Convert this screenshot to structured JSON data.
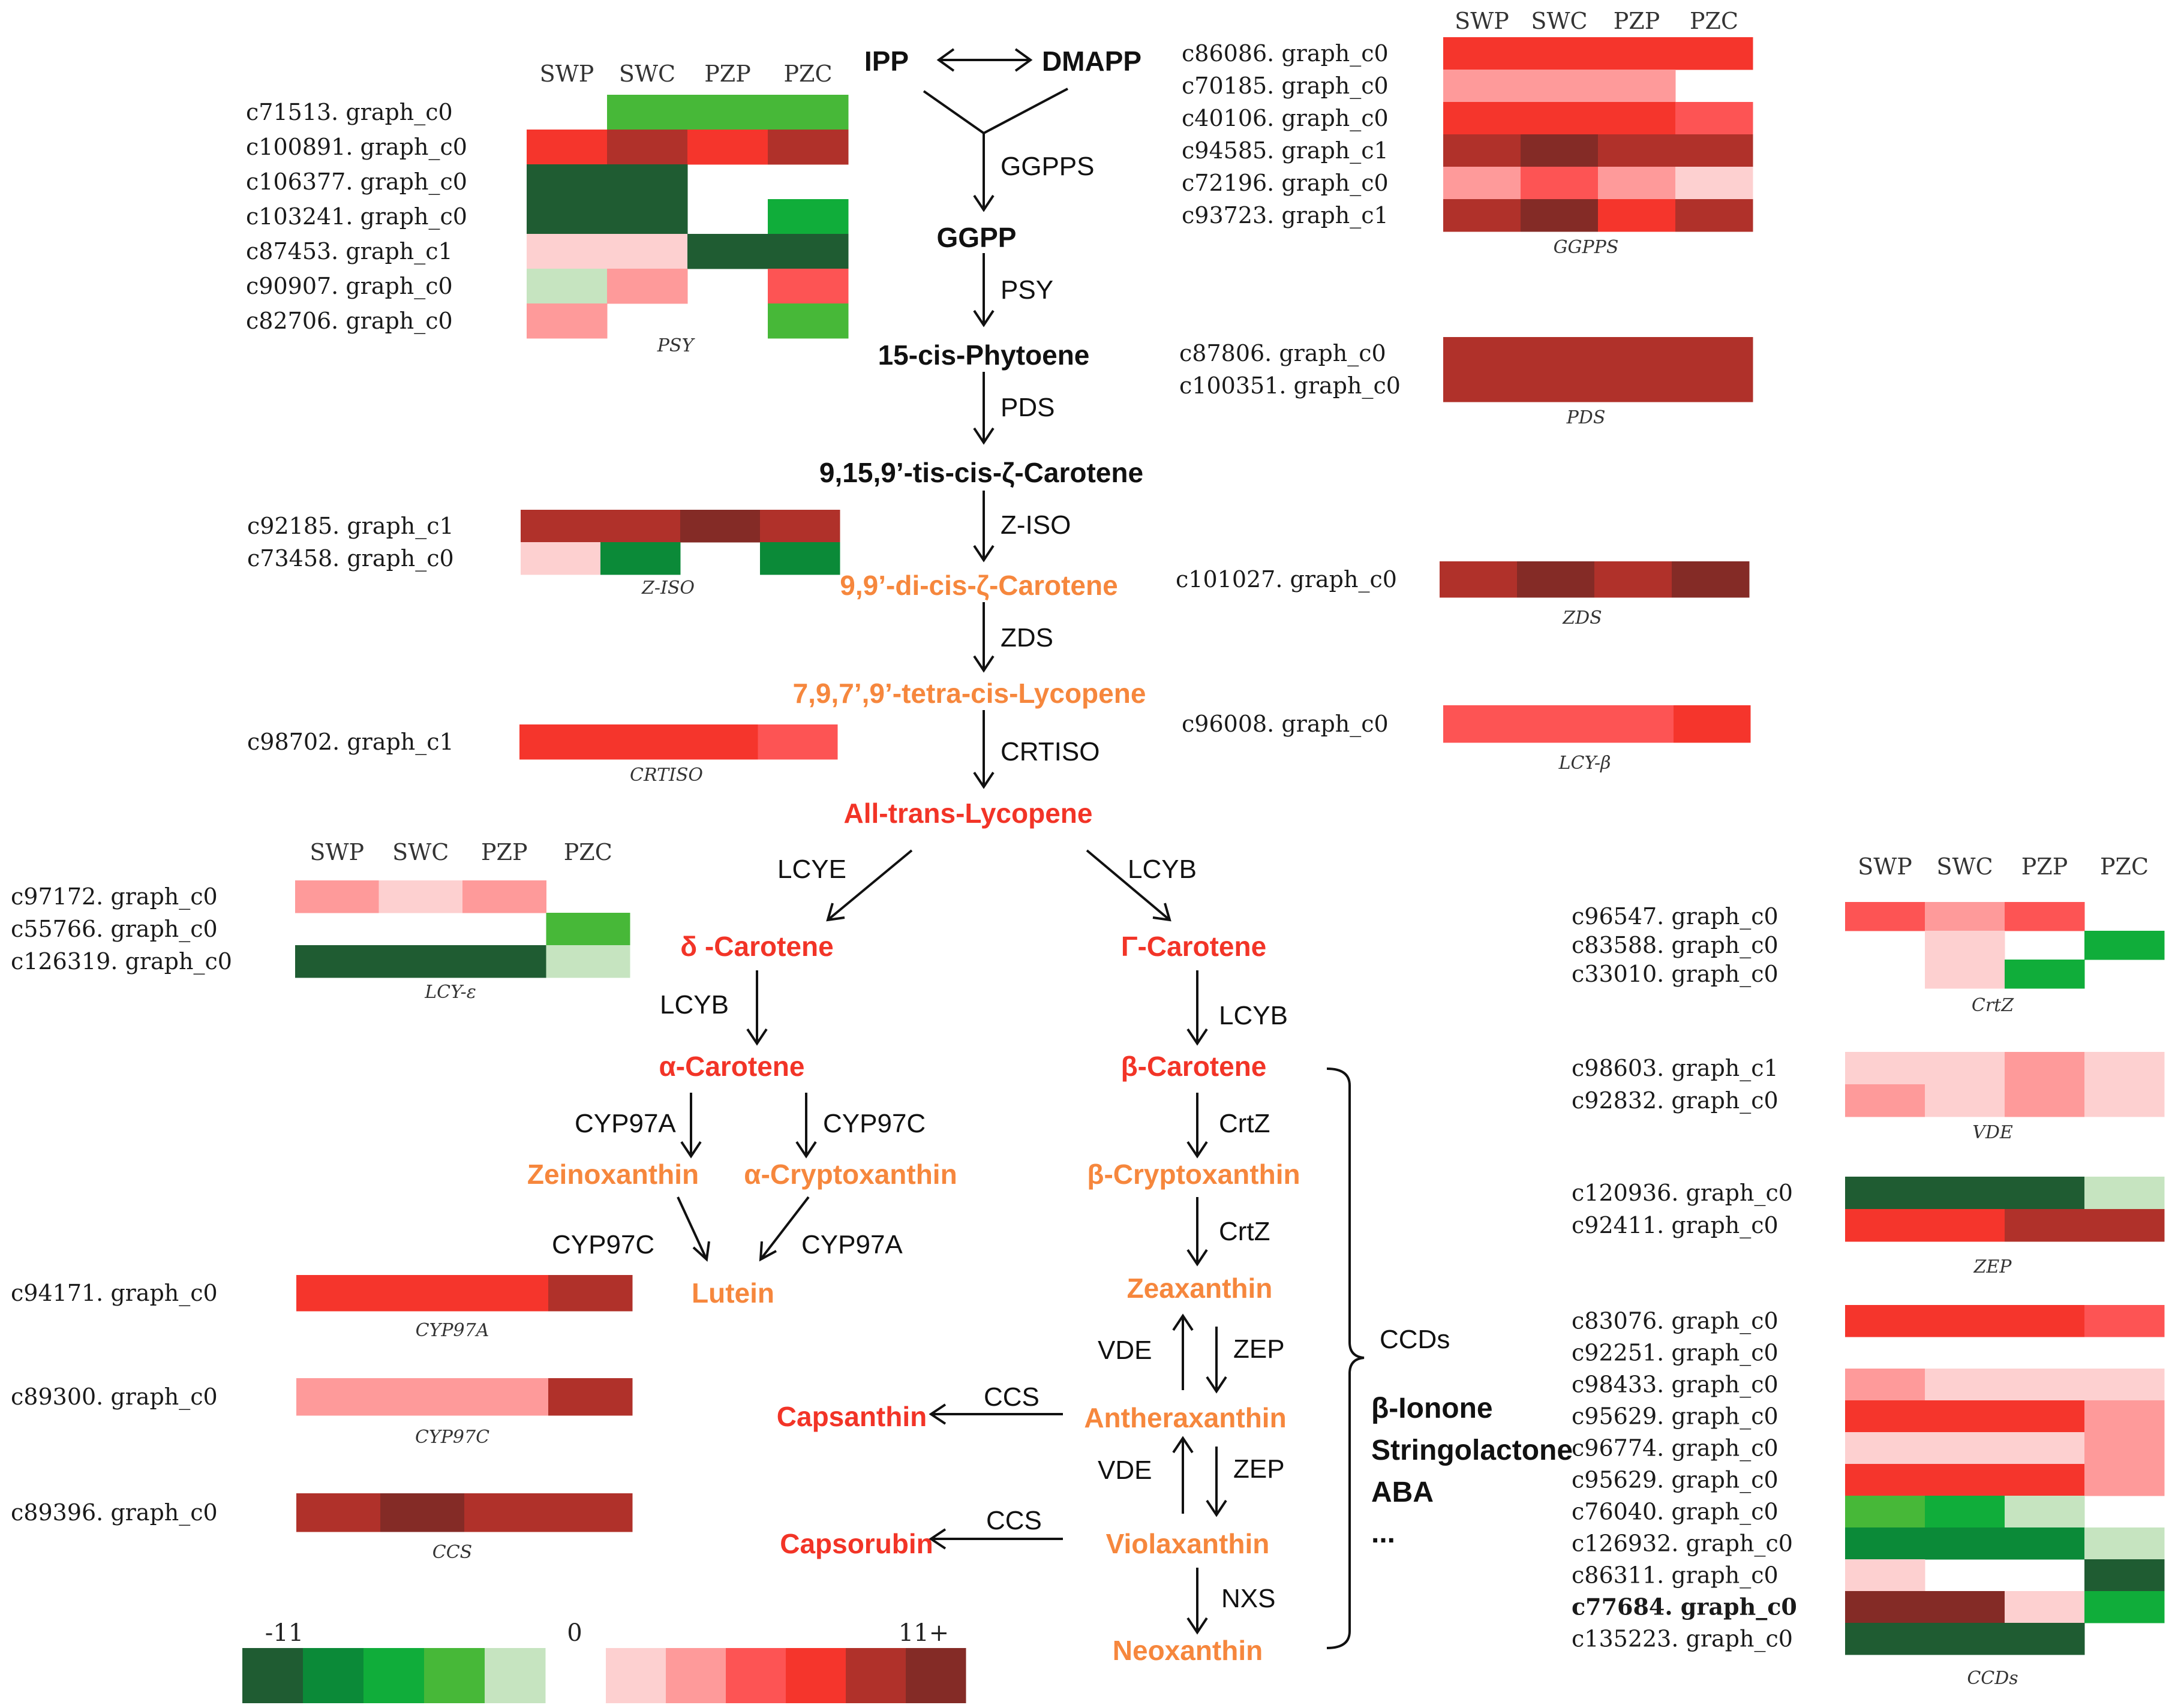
{
  "colors": {
    "levels": {
      "-5": "#1f5c32",
      "-4": "#0b8a38",
      "-3": "#10ad3a",
      "-2": "#47b838",
      "-1": "#c6e4c0",
      "0": "#ffffff",
      "1": "#fdd0d0",
      "2": "#fe9a9a",
      "3": "#fd5454",
      "4": "#f5352c",
      "5": "#b0312a",
      "6": "#842b26"
    },
    "metabolite_black": "#111111",
    "metabolite_orange": "#f6873d",
    "metabolite_red": "#f23427"
  },
  "scale_bar": {
    "min_label": "-11",
    "mid_label": "0",
    "max_label": "11+"
  },
  "pathway": {
    "metabolites": {
      "ipp": "IPP",
      "dmapp": "DMAPP",
      "ggpp": "GGPP",
      "phytoene": "15-cis-Phytoene",
      "tetracis_zeta": "9,15,9’-tis-cis-ζ-Carotene",
      "dicis_zeta": "9,9’-di-cis-ζ-Carotene",
      "tetracis_lycopene": "7,9,7’,9’-tetra-cis-Lycopene",
      "lycopene": "All-trans-Lycopene",
      "delta_carotene": "δ -Carotene",
      "gamma_carotene": "Γ-Carotene",
      "alpha_carotene": "α-Carotene",
      "beta_carotene": "β-Carotene",
      "zeinoxanthin": "Zeinoxanthin",
      "alpha_cryptoxanthin": "α-Cryptoxanthin",
      "beta_cryptoxanthin": "β-Cryptoxanthin",
      "lutein": "Lutein",
      "zeaxanthin": "Zeaxanthin",
      "antheraxanthin": "Antheraxanthin",
      "violaxanthin": "Violaxanthin",
      "neoxanthin": "Neoxanthin",
      "capsanthin": "Capsanthin",
      "capsorubin": "Capsorubin"
    },
    "enzymes": {
      "ggpps": "GGPPS",
      "psy": "PSY",
      "pds": "PDS",
      "ziso": "Z-ISO",
      "zds": "ZDS",
      "crtiso": "CRTISO",
      "lcye": "LCYE",
      "lcyb1": "LCYB",
      "lcyb2": "LCYB",
      "lcyb3": "LCYB",
      "cyp97a_left": "CYP97A",
      "cyp97c_right": "CYP97C",
      "cyp97c_lower": "CYP97C",
      "cyp97a_lower": "CYP97A",
      "crtz1": "CrtZ",
      "crtz2": "CrtZ",
      "vde1": "VDE",
      "zep1": "ZEP",
      "vde2": "VDE",
      "zep2": "ZEP",
      "nxs": "NXS",
      "ccs1": "CCS",
      "ccs2": "CCS"
    },
    "ccd_bracket": {
      "label": "CCDs",
      "products": [
        "β-Ionone",
        "Stringolactone",
        "ABA",
        "..."
      ]
    }
  },
  "heatmaps": [
    {
      "id": "psy",
      "caption": "PSY",
      "headers": [
        "SWP",
        "SWC",
        "PZP",
        "PZC"
      ],
      "genes": [
        "c71513. graph_c0",
        "c100891. graph_c0",
        "c106377. graph_c0",
        "c103241. graph_c0",
        "c87453. graph_c1",
        "c90907. graph_c0",
        "c82706. graph_c0"
      ],
      "values": [
        [
          0,
          -2,
          -2,
          -2
        ],
        [
          4,
          5,
          4,
          5
        ],
        [
          -5,
          -5,
          0,
          0
        ],
        [
          -5,
          -5,
          0,
          -3
        ],
        [
          1,
          1,
          -5,
          -5
        ],
        [
          -1,
          2,
          0,
          3
        ],
        [
          2,
          0,
          0,
          -2
        ]
      ]
    },
    {
      "id": "ggpps",
      "caption": "GGPPS",
      "headers": [
        "SWP",
        "SWC",
        "PZP",
        "PZC"
      ],
      "genes": [
        "c86086. graph_c0",
        "c70185. graph_c0",
        "c40106. graph_c0",
        "c94585. graph_c1",
        "c72196. graph_c0",
        "c93723. graph_c1"
      ],
      "values": [
        [
          4,
          4,
          4,
          4
        ],
        [
          2,
          2,
          2,
          0
        ],
        [
          4,
          4,
          4,
          3
        ],
        [
          5,
          6,
          5,
          5
        ],
        [
          2,
          3,
          2,
          1
        ],
        [
          5,
          6,
          4,
          5
        ]
      ]
    },
    {
      "id": "pds",
      "caption": "PDS",
      "headers": [],
      "genes": [
        "c87806. graph_c0",
        "c100351. graph_c0"
      ],
      "values": [
        [
          5,
          5,
          5,
          5
        ],
        [
          5,
          5,
          5,
          5
        ]
      ]
    },
    {
      "id": "ziso",
      "caption": "Z-ISO",
      "headers": [],
      "genes": [
        "c92185. graph_c1",
        "c73458. graph_c0"
      ],
      "values": [
        [
          5,
          5,
          6,
          5
        ],
        [
          1,
          -4,
          0,
          -4
        ]
      ]
    },
    {
      "id": "zds",
      "caption": "ZDS",
      "headers": [],
      "genes": [
        "c101027. graph_c0"
      ],
      "values": [
        [
          5,
          6,
          5,
          6
        ]
      ]
    },
    {
      "id": "crtiso",
      "caption": "CRTISO",
      "headers": [],
      "genes": [
        "c98702. graph_c1"
      ],
      "values": [
        [
          4,
          4,
          4,
          3
        ]
      ]
    },
    {
      "id": "lcyb",
      "caption": "LCY-β",
      "headers": [],
      "genes": [
        "c96008. graph_c0"
      ],
      "values": [
        [
          3,
          3,
          3,
          4
        ]
      ]
    },
    {
      "id": "lcye",
      "caption": "LCY-ε",
      "headers": [
        "SWP",
        "SWC",
        "PZP",
        "PZC"
      ],
      "genes": [
        "c97172. graph_c0",
        "c55766. graph_c0",
        "c126319. graph_c0"
      ],
      "values": [
        [
          2,
          1,
          2,
          0
        ],
        [
          0,
          0,
          0,
          -2
        ],
        [
          -5,
          -5,
          -5,
          -1
        ]
      ]
    },
    {
      "id": "crtz",
      "caption": "CrtZ",
      "headers": [
        "SWP",
        "SWC",
        "PZP",
        "PZC"
      ],
      "genes": [
        "c96547. graph_c0",
        "c83588. graph_c0",
        "c33010. graph_c0"
      ],
      "values": [
        [
          3,
          2,
          3,
          0
        ],
        [
          0,
          1,
          0,
          -3
        ],
        [
          0,
          1,
          -3,
          0
        ]
      ]
    },
    {
      "id": "vde",
      "caption": "VDE",
      "headers": [],
      "genes": [
        "c98603. graph_c1",
        "c92832. graph_c0"
      ],
      "values": [
        [
          1,
          1,
          2,
          1
        ],
        [
          2,
          1,
          2,
          1
        ]
      ]
    },
    {
      "id": "zep",
      "caption": "ZEP",
      "headers": [],
      "genes": [
        "c120936. graph_c0",
        "c92411. graph_c0"
      ],
      "values": [
        [
          -5,
          -5,
          -5,
          -1
        ],
        [
          4,
          4,
          5,
          5
        ]
      ]
    },
    {
      "id": "ccds",
      "caption": "CCDs",
      "headers": [],
      "bold_gene": "c77684. graph_c0",
      "genes": [
        "c83076. graph_c0",
        "c92251. graph_c0",
        "c98433. graph_c0",
        "c95629. graph_c0",
        "c96774. graph_c0",
        "c95629. graph_c0",
        "c76040. graph_c0",
        "c126932. graph_c0",
        "c86311. graph_c0",
        "c77684. graph_c0",
        "c135223. graph_c0"
      ],
      "values": [
        [
          4,
          4,
          4,
          3
        ],
        [
          0,
          0,
          0,
          0
        ],
        [
          2,
          1,
          1,
          1
        ],
        [
          4,
          4,
          4,
          2
        ],
        [
          1,
          1,
          1,
          2
        ],
        [
          4,
          4,
          4,
          2
        ],
        [
          -2,
          -3,
          -1,
          0
        ],
        [
          -4,
          -4,
          -4,
          -1
        ],
        [
          1,
          0,
          0,
          -5
        ],
        [
          6,
          6,
          1,
          -3
        ],
        [
          -5,
          -5,
          -5,
          0
        ]
      ]
    },
    {
      "id": "cyp97a",
      "caption": "CYP97A",
      "headers": [],
      "genes": [
        "c94171. graph_c0"
      ],
      "values": [
        [
          4,
          4,
          4,
          5
        ]
      ]
    },
    {
      "id": "cyp97c",
      "caption": "CYP97C",
      "headers": [],
      "genes": [
        "c89300. graph_c0"
      ],
      "values": [
        [
          2,
          2,
          2,
          5
        ]
      ]
    },
    {
      "id": "ccs",
      "caption": "CCS",
      "headers": [],
      "genes": [
        "c89396. graph_c0"
      ],
      "values": [
        [
          5,
          6,
          5,
          5
        ]
      ]
    }
  ]
}
